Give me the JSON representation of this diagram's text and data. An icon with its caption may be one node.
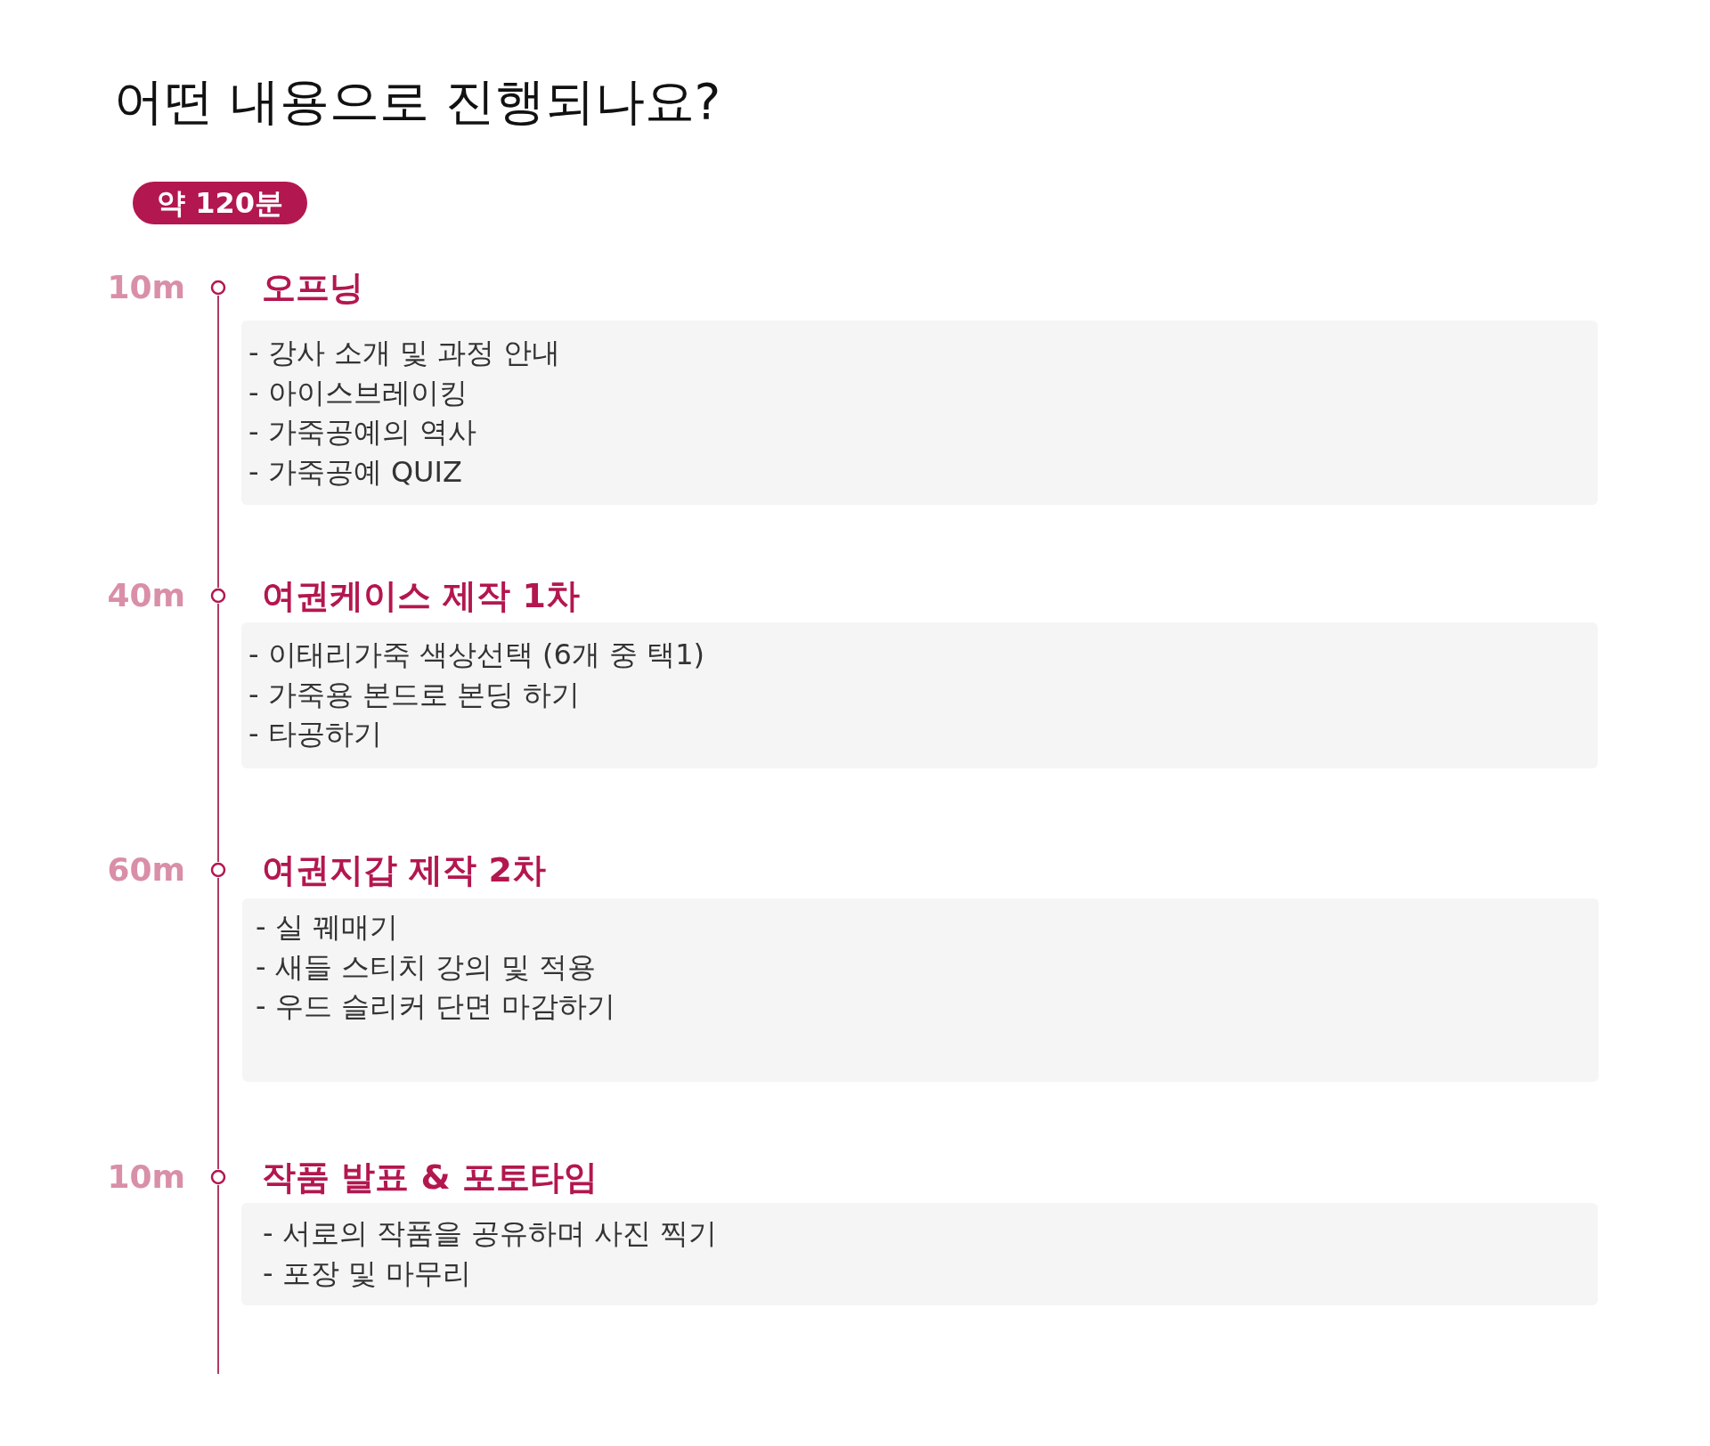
{
  "diagram": {
    "title": "어떤 내용으로 진행되나요?",
    "nodes": [
      {
        "text": [
          "약 120분"
        ]
      },
      {
        "text": [],
        "shape": "circle",
        "beside": [
          "10m"
        ]
      },
      {
        "text": [
          "오프닝",
          "- 강사 소개 및 과정 안내",
          "- 아이스브레이킹",
          "- 가죽공예의 역사",
          "- 가죽공예 QUIZ"
        ]
      },
      {
        "text": [],
        "shape": "circle",
        "beside": [
          "40m"
        ]
      },
      {
        "text": [
          "여권케이스 제작 1차",
          "- 이태리가죽 색상선택 (6개 중 택1)",
          "- 가죽용 본드로 본딩 하기",
          "- 타공하기"
        ]
      },
      {
        "text": [],
        "shape": "circle",
        "beside": [
          "60m"
        ]
      },
      {
        "text": [
          "여권지갑 제작 2차",
          "- 실 꿰매기",
          "- 새들 스티치 강의 및 적용",
          "- 우드 슬리커 단면 마감하기"
        ]
      },
      {
        "text": [],
        "shape": "circle",
        "beside": [
          "10m"
        ]
      },
      {
        "text": [
          "작품 발표 & 포토타임",
          "- 서로의 작품을 공유하며 사진 찍기",
          "- 포장 및 마무리"
        ]
      }
    ],
    "edges": [
      {
        "from": 1,
        "to": 3,
        "arrow": "none"
      },
      {
        "from": 3,
        "to": 5,
        "arrow": "none"
      },
      {
        "from": 5,
        "to": 7,
        "arrow": "none"
      },
      {
        "from": 7,
        "to": null,
        "arrow": "none"
      }
    ]
  }
}
